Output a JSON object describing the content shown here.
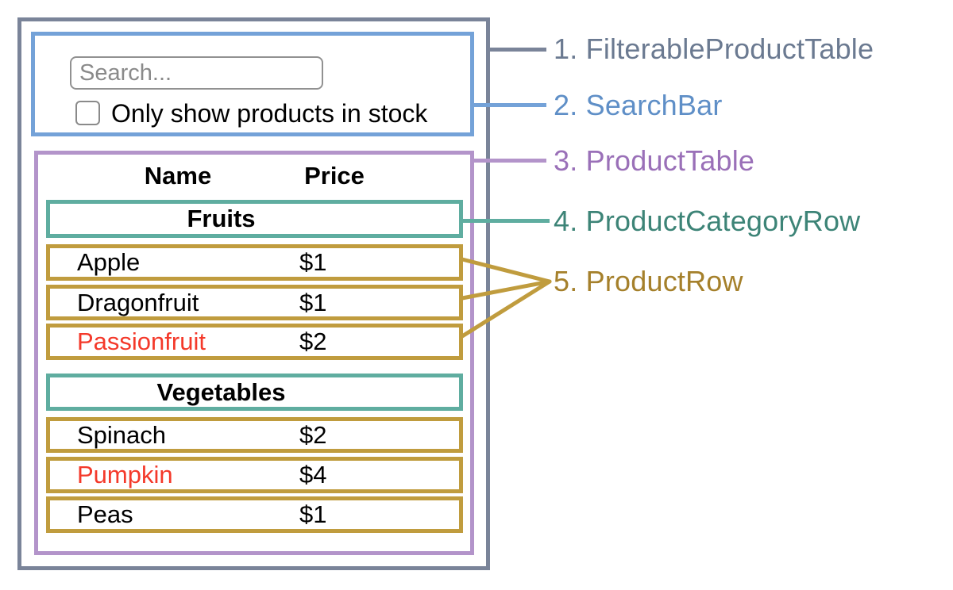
{
  "search_bar": {
    "placeholder": "Search...",
    "checkbox_label": "Only show products in stock",
    "checkbox_checked": false
  },
  "product_table": {
    "headers": {
      "name": "Name",
      "price": "Price"
    },
    "sections": [
      {
        "category": "Fruits",
        "rows": [
          {
            "name": "Apple",
            "price": "$1",
            "stocked": true
          },
          {
            "name": "Dragonfruit",
            "price": "$1",
            "stocked": true
          },
          {
            "name": "Passionfruit",
            "price": "$2",
            "stocked": false
          }
        ]
      },
      {
        "category": "Vegetables",
        "rows": [
          {
            "name": "Spinach",
            "price": "$2",
            "stocked": true
          },
          {
            "name": "Pumpkin",
            "price": "$4",
            "stocked": false
          },
          {
            "name": "Peas",
            "price": "$1",
            "stocked": true
          }
        ]
      }
    ]
  },
  "legend": {
    "items": [
      {
        "text": "1. FilterableProductTable",
        "color": "#6b7a91"
      },
      {
        "text": "2. SearchBar",
        "color": "#5f8fc7"
      },
      {
        "text": "3. ProductTable",
        "color": "#9a70b8"
      },
      {
        "text": "4. ProductCategoryRow",
        "color": "#3d8477"
      },
      {
        "text": "5. ProductRow",
        "color": "#a5802b"
      }
    ]
  },
  "colors": {
    "filterable_product_table_border": "#7a8499",
    "search_bar_border": "#74a2d8",
    "product_table_border": "#b394ca",
    "product_category_row_border": "#5fada0",
    "product_row_border": "#c09c3e",
    "out_of_stock_text": "#f4392a"
  }
}
